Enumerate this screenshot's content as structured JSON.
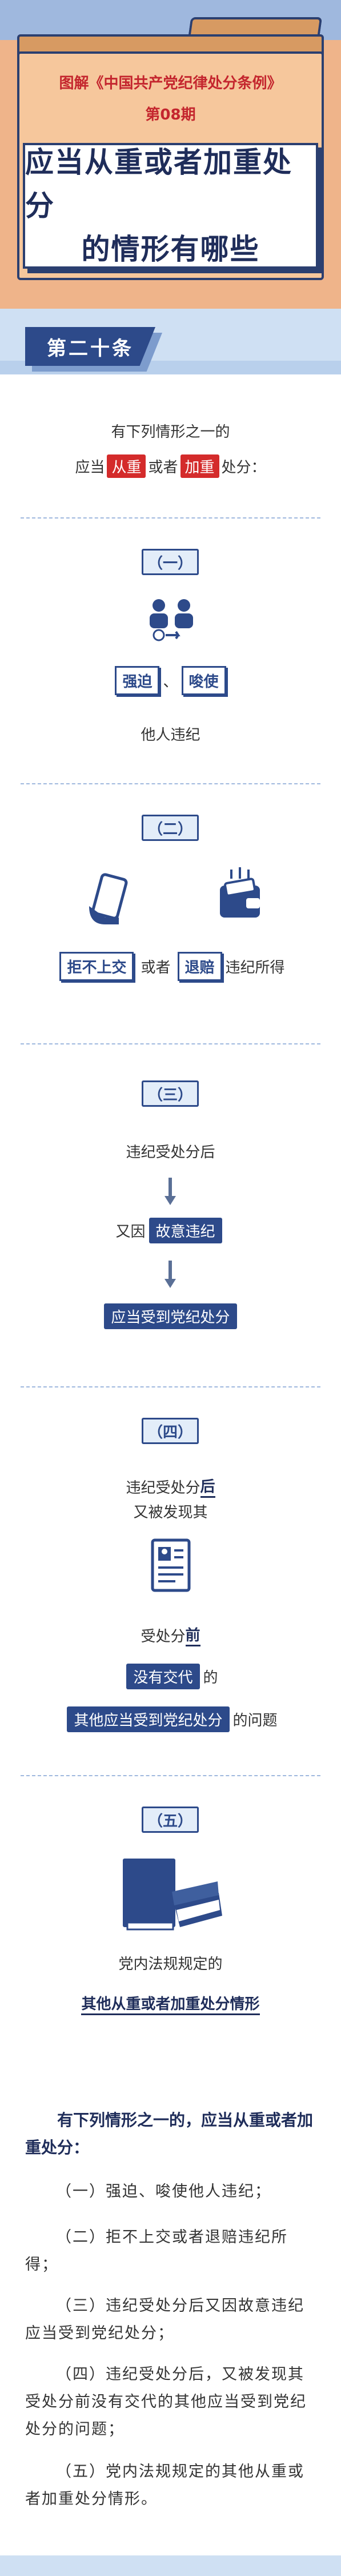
{
  "header": {
    "subtitle": "图解《中国共产党纪律处分条例》",
    "issue": "第08期",
    "title_line1": "应当从重或者加重处分",
    "title_line2": "的情形有哪些"
  },
  "article": {
    "label": "第二十条"
  },
  "intro": {
    "line1": "有下列情形之一的",
    "line2_pre": "应当",
    "line2_hl1": "从重",
    "line2_mid": "或者",
    "line2_hl2": "加重",
    "line2_post": "处分："
  },
  "sections": {
    "s1": {
      "badge": "（一）",
      "tag1": "强迫",
      "sep": "、",
      "tag2": "唆使",
      "text": "他人违纪"
    },
    "s2": {
      "badge": "（二）",
      "tag1": "拒不上交",
      "mid": "或者",
      "tag2": "退赔",
      "post": "违纪所得"
    },
    "s3": {
      "badge": "（三）",
      "line1": "违纪受处分后",
      "line2_pre": "又因",
      "line2_hl": "故意违纪",
      "line3": "应当受到党纪处分"
    },
    "s4": {
      "badge": "（四）",
      "line1_pre": "违纪受处分",
      "line1_bold": "后",
      "line2": "又被发现其",
      "line3_pre": "受处分",
      "line3_bold": "前",
      "line4_hl": "没有交代",
      "line4_post": "的",
      "line5_hl": "其他应当受到党纪处分",
      "line5_post": "的问题"
    },
    "s5": {
      "badge": "（五）",
      "line1": "党内法规规定的",
      "line2": "其他从重或者加重处分情形"
    }
  },
  "summary": {
    "head": "有下列情形之一的，应当从重或者加重处分：",
    "items": [
      "（一）强迫、唆使他人违纪；",
      "（二）拒不上交或者退赔违纪所得；",
      "（三）违纪受处分后又因故意违纪应当受到党纪处分；",
      "（四）违纪受处分后，又被发现其受处分前没有交代的其他应当受到党纪处分的问题；",
      "（五）党内法规规定的其他从重或者加重处分情形。"
    ]
  },
  "colors": {
    "navy": "#2d4a8a",
    "red": "#d42b2b",
    "orange": "#f6c79c",
    "light_blue": "#cfe0f3"
  },
  "icons": [
    "people-icon",
    "card-hand-icon",
    "wallet-icon",
    "arrow-down-icon",
    "document-person-icon",
    "book-icon"
  ]
}
